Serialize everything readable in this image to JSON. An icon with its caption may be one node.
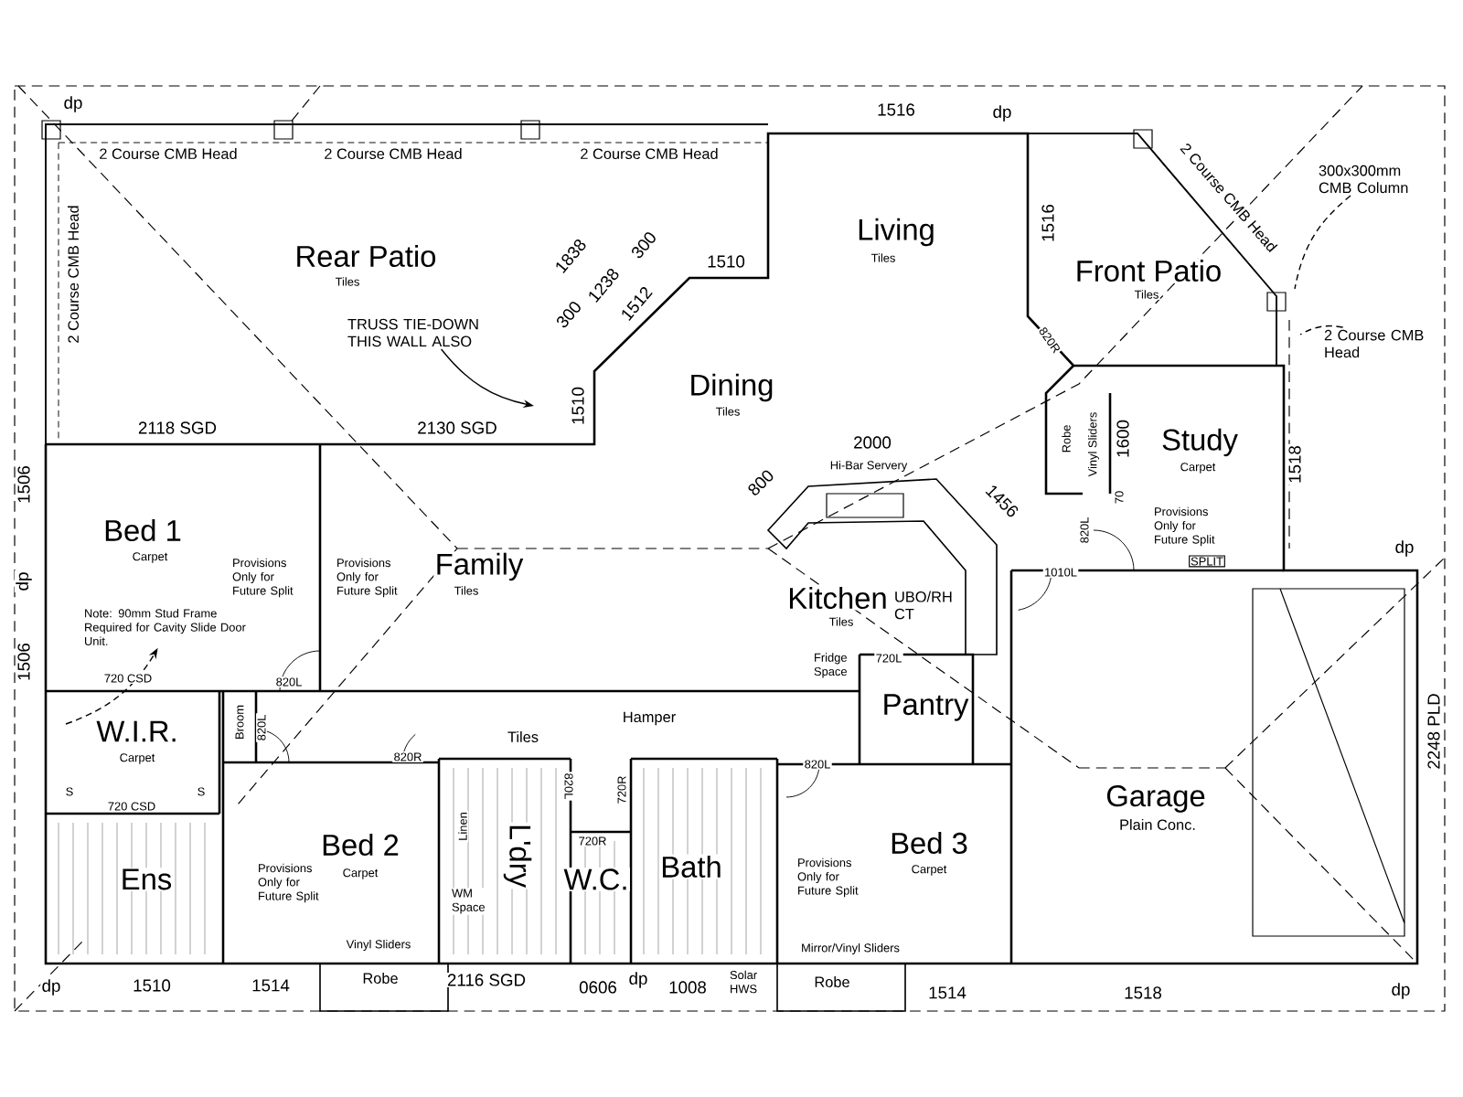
{
  "diagram": {
    "nodes": [
      {
        "text": [
          "TRUSS TIE-DOWN THIS WALL ALSO"
        ]
      },
      {
        "text": [
          "300x300mm CMB Column"
        ]
      },
      {
        "text": [
          "2 Course CMB Head"
        ]
      },
      {
        "text": [
          "Note: 90mm Stud Frame Required for Cavity Slide Door Unit."
        ]
      }
    ],
    "edges": [
      {
        "from": 0,
        "to": null,
        "arrow": "to"
      },
      {
        "from": 1,
        "to": null,
        "arrow": "none",
        "style": "dashed"
      },
      {
        "from": 2,
        "to": null,
        "arrow": "none",
        "style": "dashed"
      },
      {
        "from": null,
        "to": 3,
        "arrow": "to",
        "style": "dashed"
      }
    ],
    "labels": [
      "dp",
      "2 Course CMB Head",
      "2 Course CMB Head",
      "2 Course CMB Head",
      "1516",
      "dp",
      "2 Course CMB Head",
      "2 Course CMB Head",
      "Rear Patio",
      "Tiles",
      "Living",
      "Tiles",
      "1516",
      "Front Patio",
      "Tiles",
      "1838",
      "300",
      "1238",
      "300",
      "1512",
      "1510",
      "1510",
      "820R",
      "Dining",
      "Tiles",
      "2118 SGD",
      "2130 SGD",
      "1506",
      "dp",
      "1506",
      "Bed 1",
      "Carpet",
      "Provisions Only for Future Split",
      "Provisions Only for Future Split",
      "Family",
      "Tiles",
      "2000",
      "Hi-Bar Servery",
      "800",
      "1456",
      "Robe",
      "Vinyl Sliders",
      "1600",
      "70",
      "Study",
      "Carpet",
      "Provisions Only for Future Split",
      "820L",
      "SPLIT",
      "1518",
      "dp",
      "Kitchen",
      "Tiles",
      "UBO/RH CT",
      "1010L",
      "720 CSD",
      "820L",
      "W.I.R.",
      "Carpet",
      "Broom",
      "820L",
      "Fridge Space",
      "720L",
      "Pantry",
      "Hamper",
      "Tiles",
      "820R",
      "820L",
      "S",
      "S",
      "720 CSD",
      "Linen",
      "820L",
      "720R",
      "720R",
      "Ens",
      "Provisions Only for Future Split",
      "Bed 2",
      "Carpet",
      "L'dry",
      "WM Space",
      "W.C.",
      "Bath",
      "Provisions Only for Future Split",
      "Bed 3",
      "Carpet",
      "Garage",
      "Plain Conc.",
      "2248 PLD",
      "Vinyl Sliders",
      "Mirror/Vinyl Sliders",
      "Robe",
      "Robe",
      "Solar HWS",
      "dp",
      "1510",
      "1514",
      "2116 SGD",
      "0606",
      "dp",
      "1008",
      "1514",
      "1518",
      "dp"
    ]
  }
}
